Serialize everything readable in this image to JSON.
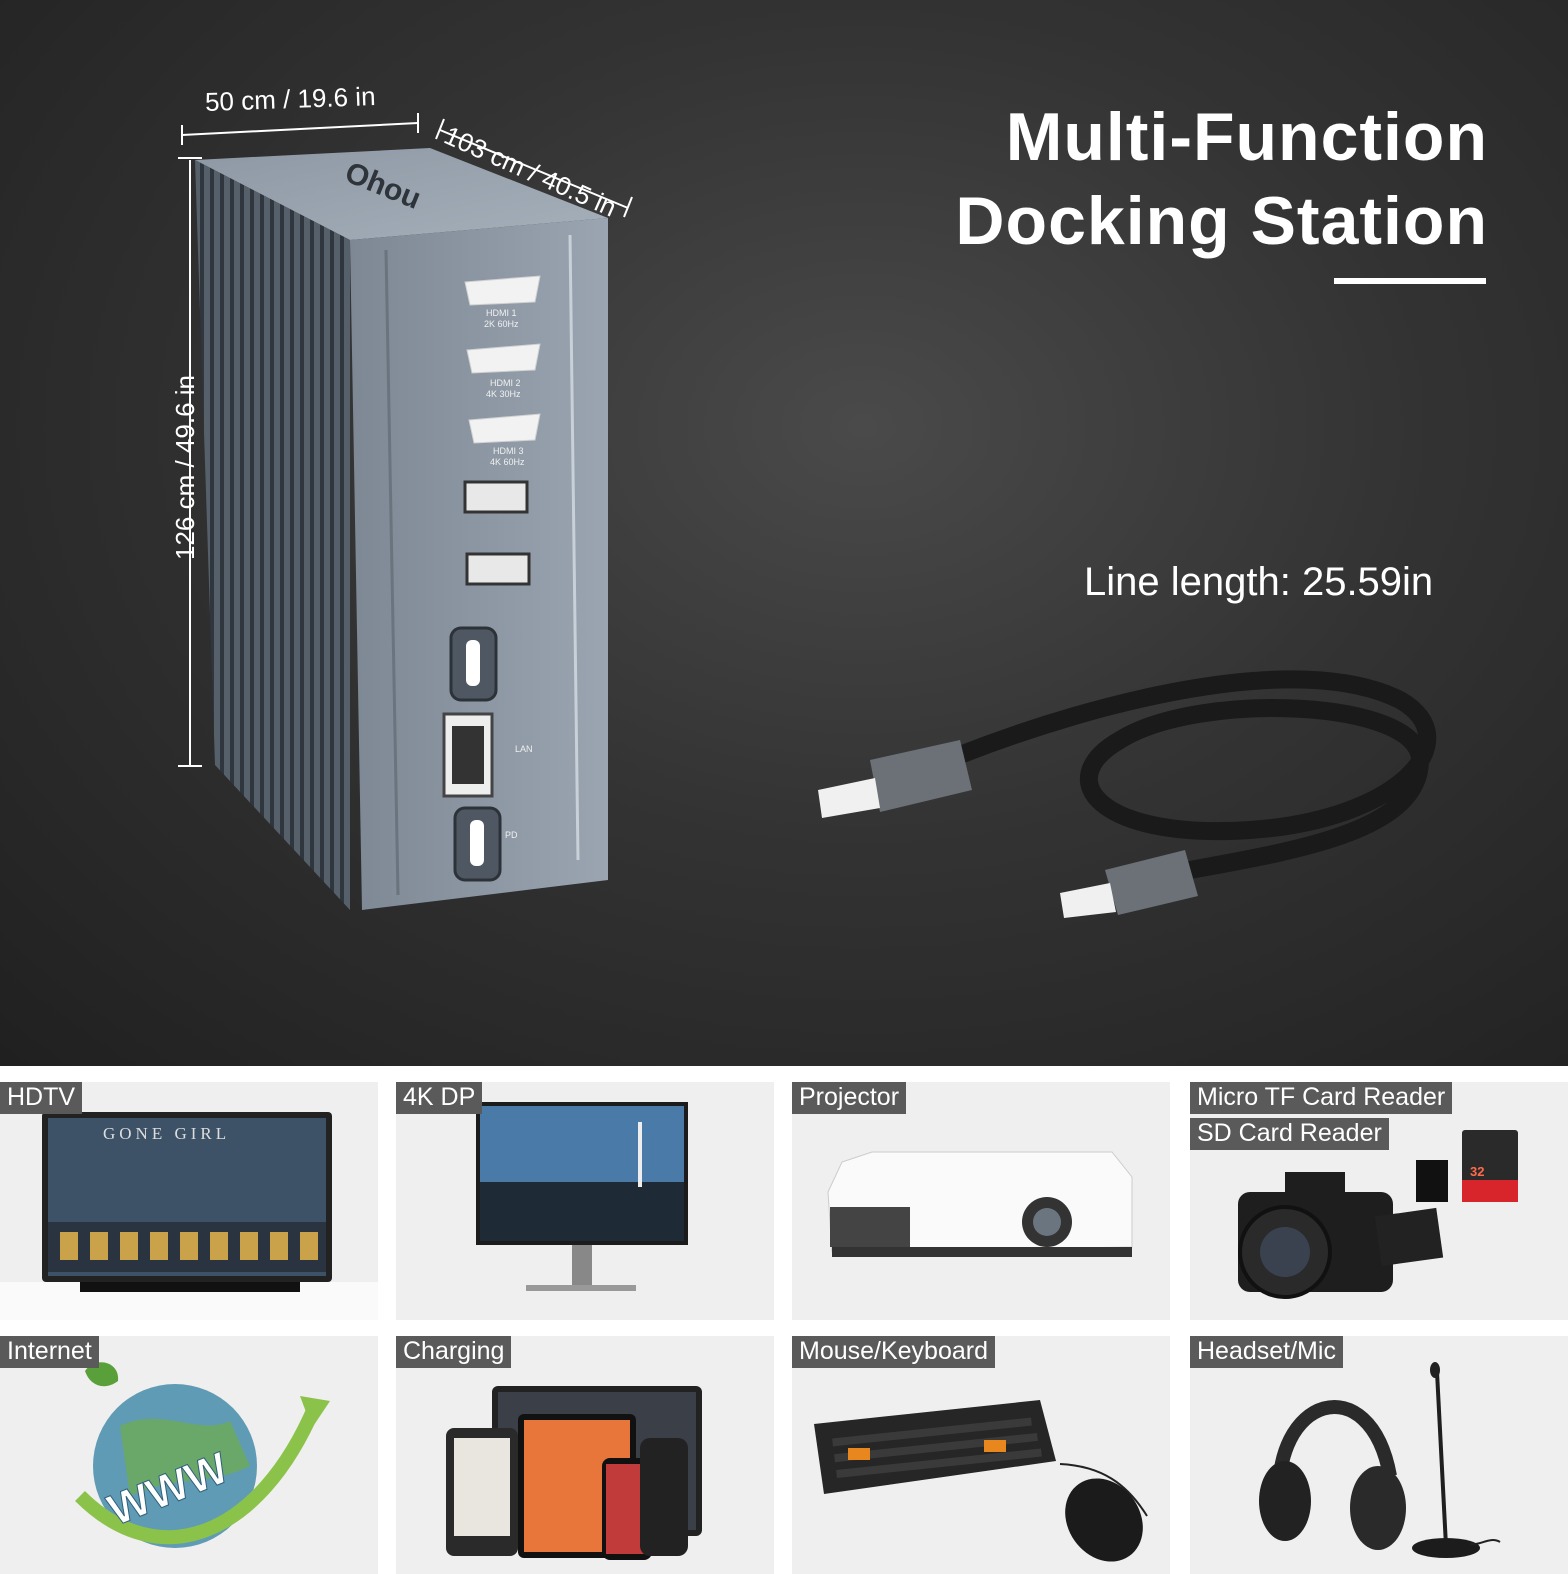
{
  "hero": {
    "title_line1": "Multi-Function",
    "title_line2": "Docking Station",
    "line_length": "Line length: 25.59in",
    "dim_width": "50 cm / 19.6 in",
    "dim_depth": "103 cm / 40.5 in",
    "dim_height": "126 cm / 49.6 in",
    "brand": "Ohou",
    "ports": [
      {
        "label": "HDMI 1",
        "spec": "2K 60Hz"
      },
      {
        "label": "HDMI 2",
        "spec": "4K 30Hz"
      },
      {
        "label": "HDMI 3",
        "spec": "4K 60Hz"
      },
      {
        "label": "LAN"
      },
      {
        "label": "PD"
      }
    ]
  },
  "tiles": [
    {
      "label": "HDTV",
      "screen_title": "GONE GIRL"
    },
    {
      "label": "4K DP"
    },
    {
      "label": "Projector"
    },
    {
      "label": "Micro TF Card Reader",
      "label2": "SD Card Reader",
      "card_size": "32"
    },
    {
      "label": "Internet",
      "globe_text": "WWW"
    },
    {
      "label": "Charging"
    },
    {
      "label": "Mouse/Keyboard"
    },
    {
      "label": "Headset/Mic"
    }
  ],
  "colors": {
    "hero_bg": "#333333",
    "device_body": "#8a95a2",
    "tile_bg": "#efefef",
    "label_bg": "#5a5a5a"
  }
}
